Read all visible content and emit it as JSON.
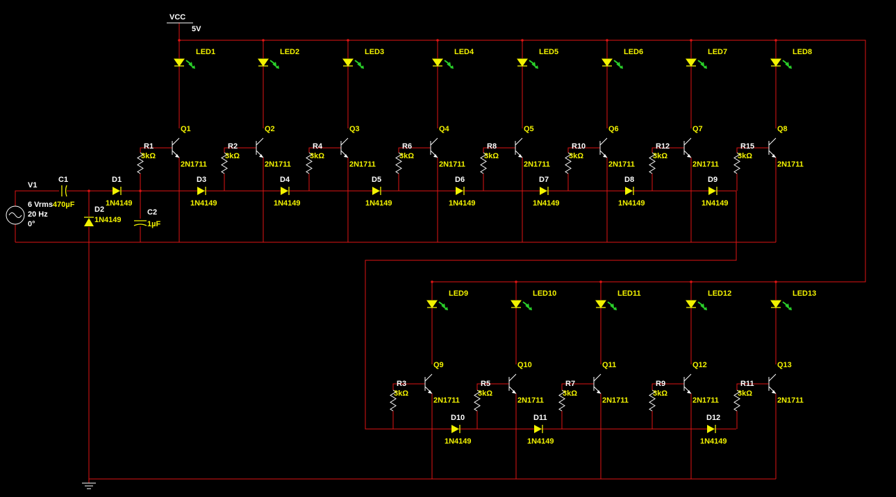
{
  "toolbar": {
    "icon": "schematic-view-icon"
  },
  "supply": {
    "name": "VCC",
    "voltage": "5V"
  },
  "source": {
    "name": "V1",
    "amplitude": "6 Vrms",
    "frequency": "20 Hz",
    "phase": "0°"
  },
  "capacitors": [
    {
      "ref": "C1",
      "value": "470µF"
    },
    {
      "ref": "C2",
      "value": "1µF"
    }
  ],
  "part_numbers": {
    "diode": "1N4149",
    "transistor": "2N1711",
    "resistor": "3kΩ"
  },
  "row1": {
    "leds": [
      "LED1",
      "LED2",
      "LED3",
      "LED4",
      "LED5",
      "LED6",
      "LED7",
      "LED8"
    ],
    "transistors": [
      "Q1",
      "Q2",
      "Q3",
      "Q4",
      "Q5",
      "Q6",
      "Q7",
      "Q8"
    ],
    "resistors": [
      "R1",
      "R2",
      "R4",
      "R6",
      "R8",
      "R10",
      "R12",
      "R15"
    ],
    "diodes": [
      "D3",
      "D4",
      "D5",
      "D6",
      "D7",
      "D8",
      "D9"
    ]
  },
  "row2": {
    "leds": [
      "LED9",
      "LED10",
      "LED11",
      "LED12",
      "LED13"
    ],
    "transistors": [
      "Q9",
      "Q10",
      "Q11",
      "Q12",
      "Q13"
    ],
    "resistors": [
      "R3",
      "R5",
      "R7",
      "R9",
      "R11"
    ],
    "diodes": [
      "D10",
      "D11",
      "D12"
    ]
  },
  "rectifier": {
    "d1": "D1",
    "d2": "D2"
  },
  "colors": {
    "background": "#000000",
    "wire": "#e01414",
    "symbol": "#ffffff",
    "label": "#f2f200",
    "led_rays": "#2ad12a"
  }
}
